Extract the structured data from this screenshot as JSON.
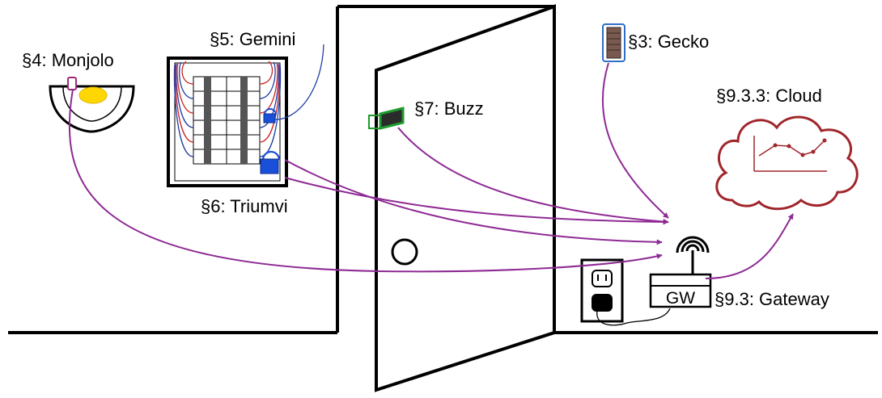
{
  "labels": {
    "monjolo": "§4: Monjolo",
    "gemini": "§5: Gemini",
    "triumvi": "§6: Triumvi",
    "buzz": "§7: Buzz",
    "gecko": "§3: Gecko",
    "cloud": "§9.3.3: Cloud",
    "gateway": "§9.3: Gateway",
    "gateway_box": "GW"
  },
  "colors": {
    "arrow": "#8e2a94",
    "cloud": "#a0262c",
    "chart": "#a0262c",
    "cable_red": "#cc2222",
    "cable_blue": "#1f3fa6",
    "sensor_blue": "#1a4fd9",
    "buzz_green": "#1f9a2c",
    "bulb": "#ffd700",
    "gecko_border": "#2f6ec4",
    "gecko_body": "#7a5a50"
  },
  "icons": {
    "monjolo": "lamp-icon",
    "gemini": "breaker-panel-icon",
    "triumvi": "current-clamp-icon",
    "buzz": "pcb-sensor-icon",
    "gecko": "battery-icon",
    "cloud": "cloud-chart-icon",
    "gateway": "wireless-gateway-icon",
    "outlet": "power-outlet-icon"
  }
}
